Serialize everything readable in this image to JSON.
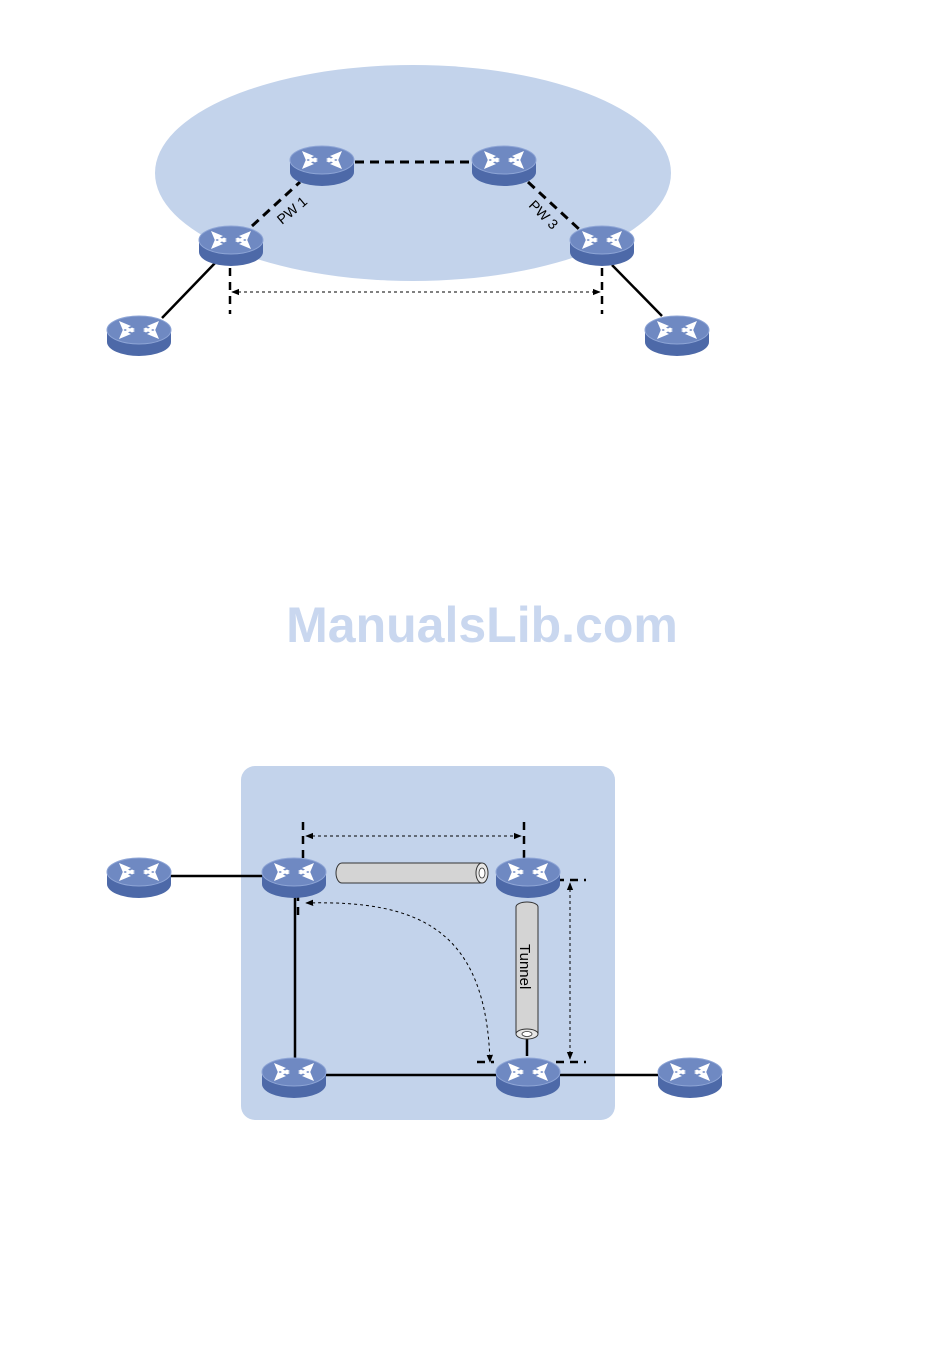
{
  "colors": {
    "cloud": "#c3d3eb",
    "router_top": "#6f89c2",
    "router_side": "#4d69a8",
    "tunnel": "#d4d4d4",
    "watermark": "#c9d7ef"
  },
  "top_diagram": {
    "pw1_label": "PW 1",
    "pw3_label": "PW 3"
  },
  "bottom_diagram": {
    "tunnel_label": "Tunnel"
  },
  "watermark": "ManualsLib.com",
  "icons": [
    "router-icon"
  ]
}
